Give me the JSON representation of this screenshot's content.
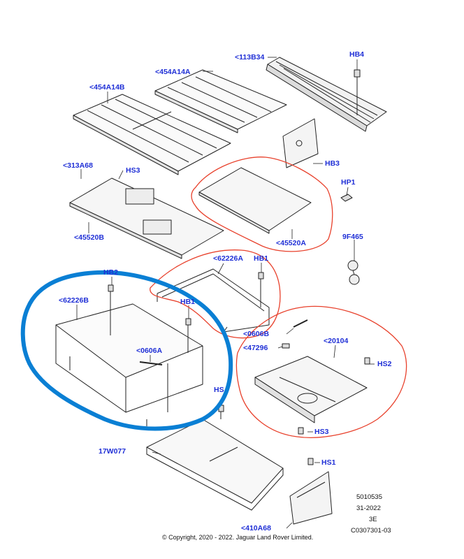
{
  "labels": {
    "l113B34": "<113B34",
    "hb4": "HB4",
    "l454A14A": "<454A14A",
    "l454A14B": "<454A14B",
    "hb3": "HB3",
    "l313A68": "<313A68",
    "hs3_top": "HS3",
    "hp1": "HP1",
    "l45520B": "<45520B",
    "l45520A": "<45520A",
    "l9F465": "9F465",
    "l62226A": "<62226A",
    "hb1_top": "HB1",
    "hb2": "HB2",
    "l62226B": "<62226B",
    "hb1_mid": "HB1",
    "l0606B": "<0606B",
    "l47296": "<47296",
    "l20104": "<20104",
    "l0606A": "<0606A",
    "hs2": "HS2",
    "hs_partial": "HS",
    "hs3_bottom": "HS3",
    "l17W077": "17W077",
    "hs1": "HS1",
    "l410A68": "<410A68"
  },
  "reference": {
    "line1": "5010535",
    "line2": "31-2022",
    "line3": "3E",
    "line4": "C0307301-03"
  },
  "copyright": "© Copyright, 2020 - 2022. Jaguar Land Rover Limited.",
  "colors": {
    "label": "#1f2fd6",
    "blue_highlight": "#0a7fd4",
    "red_highlight": "#e8412c",
    "line": "#222222"
  }
}
